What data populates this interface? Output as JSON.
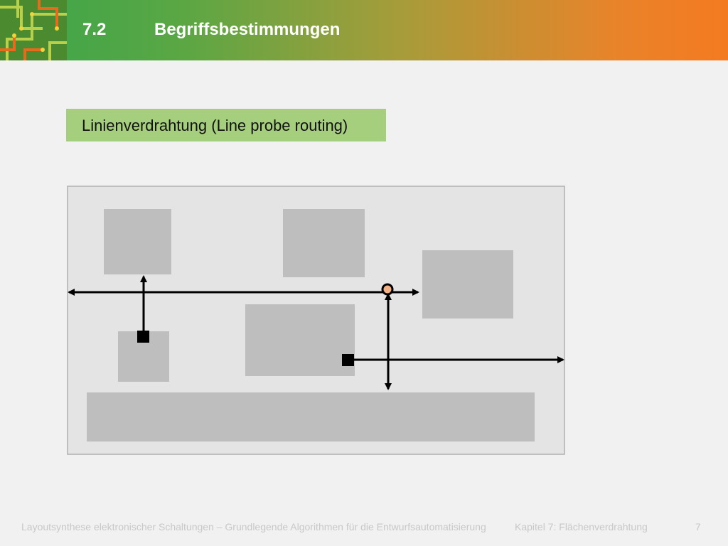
{
  "header": {
    "section_number": "7.2",
    "title": "Begriffsbestimmungen"
  },
  "subtitle": "Linienverdrahtung (Line probe routing)",
  "footer": {
    "course": "Layoutsynthese elektronischer Schaltungen – Grundlegende Algorithmen für die Entwurfsautomatisierung",
    "chapter": "Kapitel 7: Flächenverdrahtung",
    "page": "7"
  },
  "colors": {
    "header_start": "#3aa54a",
    "header_end": "#f47a20",
    "subtitle_bg": "#a5cf7c",
    "canvas_bg": "#e4e4e4",
    "obstacle": "#bebebe",
    "probe_line": "#000000",
    "intersection_fill": "#f4b183"
  }
}
